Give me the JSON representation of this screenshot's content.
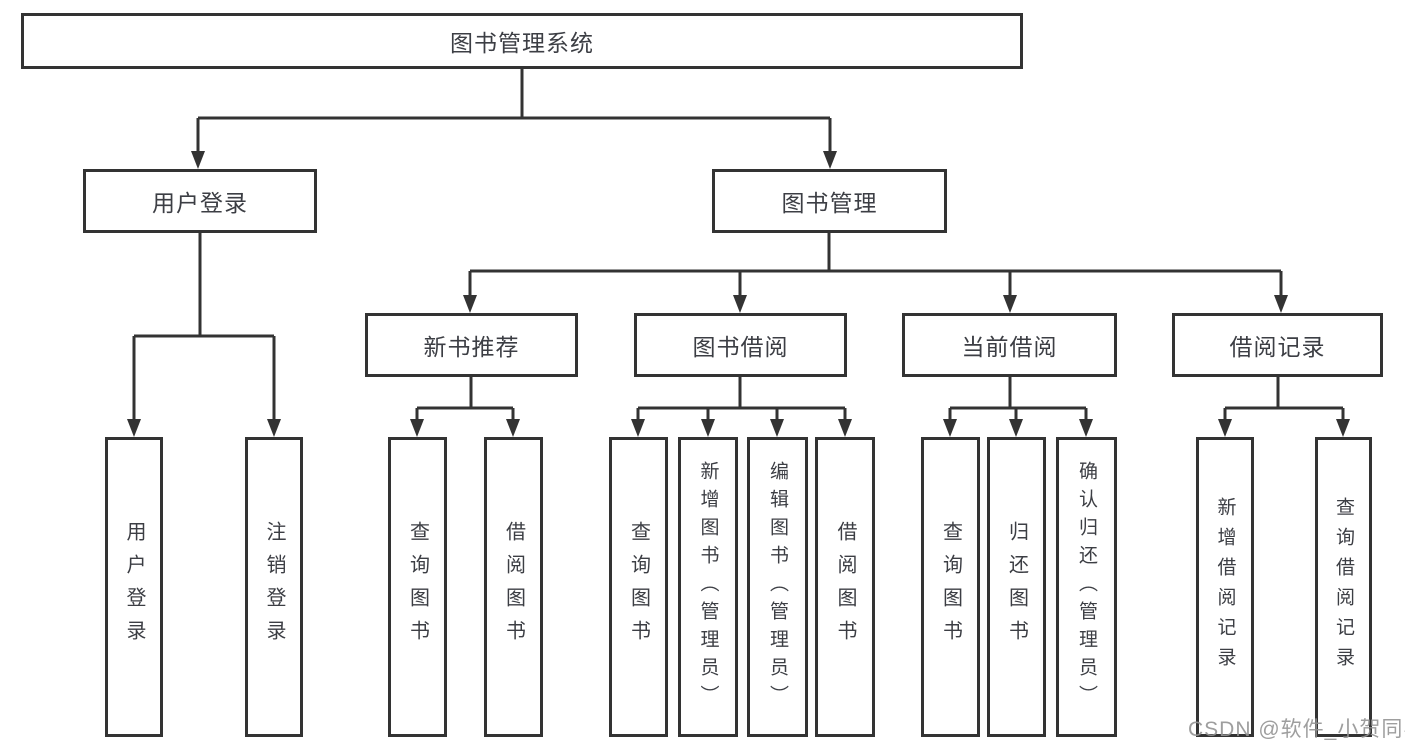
{
  "root": {
    "label": "图书管理系统"
  },
  "level2": [
    {
      "label": "用户登录"
    },
    {
      "label": "图书管理"
    }
  ],
  "level3": [
    {
      "label": "新书推荐"
    },
    {
      "label": "图书借阅"
    },
    {
      "label": "当前借阅"
    },
    {
      "label": "借阅记录"
    }
  ],
  "leaves": [
    {
      "label": "用户登录"
    },
    {
      "label": "注销登录"
    },
    {
      "label": "查询图书"
    },
    {
      "label": "借阅图书"
    },
    {
      "label": "查询图书"
    },
    {
      "label": "新增图书（管理员）"
    },
    {
      "label": "编辑图书（管理员）"
    },
    {
      "label": "借阅图书"
    },
    {
      "label": "查询图书"
    },
    {
      "label": "归还图书"
    },
    {
      "label": "确认归还（管理员）"
    },
    {
      "label": "新增借阅记录"
    },
    {
      "label": "查询借阅记录"
    }
  ],
  "watermark": "CSDN @软件_小贺同学",
  "colors": {
    "line": "#333333",
    "text": "#3c3e44",
    "watermark": "#949494",
    "background": "#ffffff"
  }
}
